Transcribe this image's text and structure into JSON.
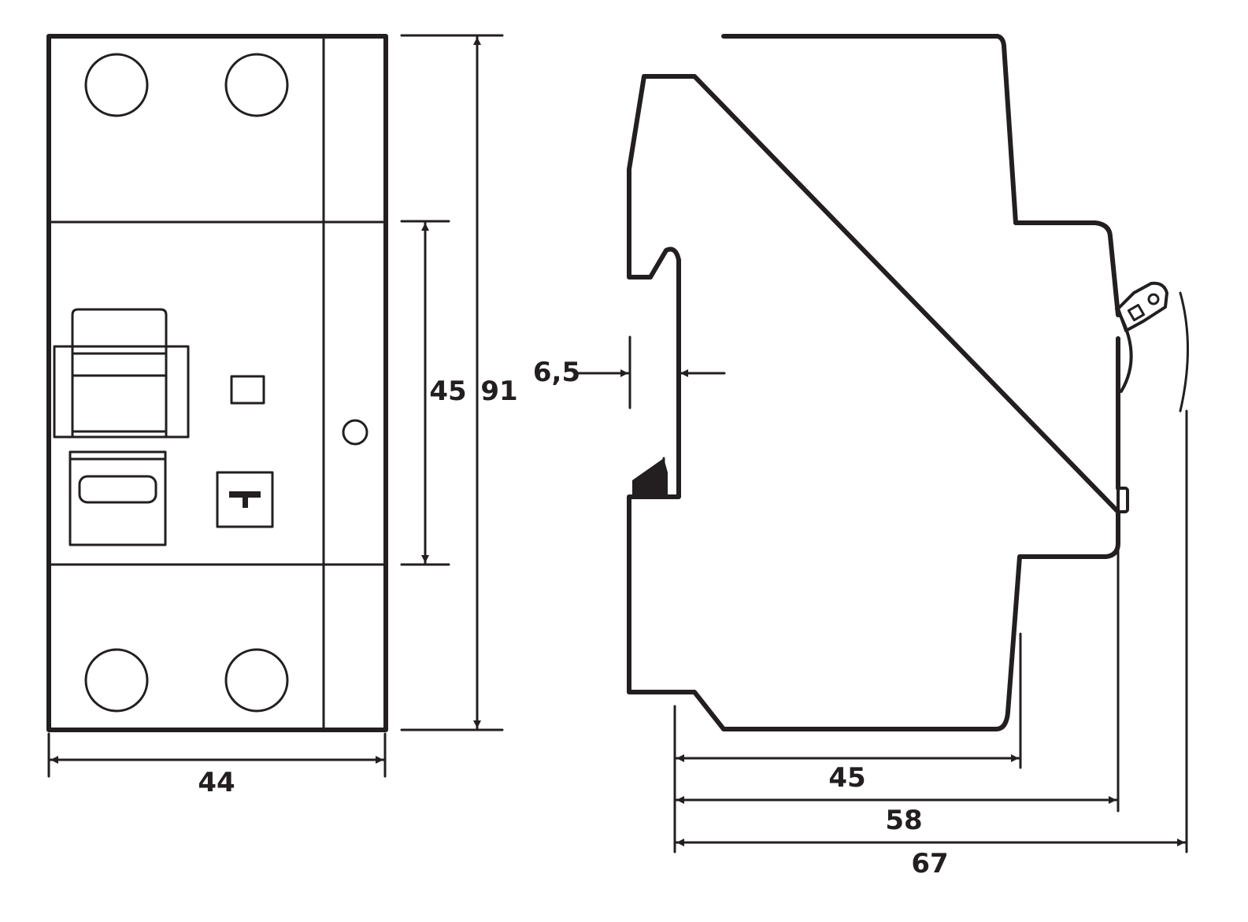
{
  "diagram": {
    "front_view": {
      "width_label": "44",
      "inner_height_label": "45",
      "total_height_label": "91"
    },
    "side_view": {
      "rail_offset_label": "6,5",
      "depth_labels": [
        "45",
        "58",
        "67"
      ]
    },
    "line_color": "#231f20"
  }
}
